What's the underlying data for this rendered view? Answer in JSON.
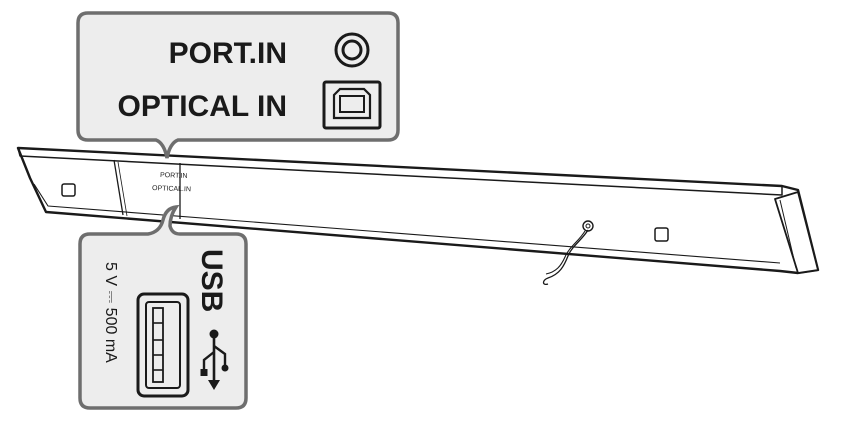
{
  "callout_top": {
    "port_in_label": "PORT.IN",
    "optical_in_label": "OPTICAL IN"
  },
  "soundbar": {
    "small_port_in_label": "PORT.IN",
    "small_optical_in_label": "OPTICAL.IN"
  },
  "callout_usb": {
    "usb_label": "USB",
    "power_label": "5 V ⎓ 500 mA",
    "usb_icon": "usb-trident-icon"
  },
  "icons": {
    "port_in": "circle-jack-icon",
    "optical_in": "optical-port-icon",
    "usb_port": "usb-a-port-icon"
  },
  "colors": {
    "line": "#1a1a1a",
    "callout_fill": "#ededed",
    "callout_border": "#6e6e6e",
    "bar_fill": "#ffffff"
  }
}
